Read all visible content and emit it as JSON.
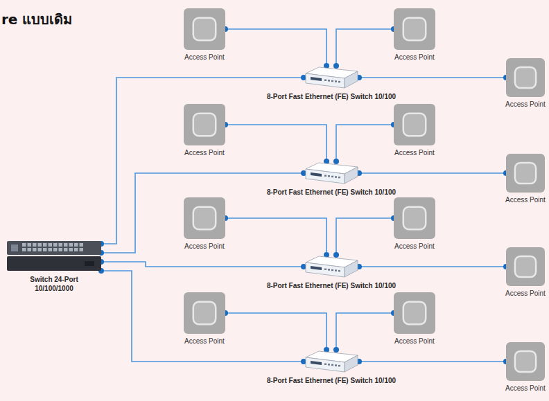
{
  "diagram": {
    "title": "re แบบเดิม",
    "nodes": [
      {
        "text": [
          "Switch 24-Port 10/100/1000"
        ]
      },
      {
        "text": [
          "8-Port Fast Ethernet (FE) Switch 10/100"
        ]
      },
      {
        "text": [
          "Access Point"
        ]
      },
      {
        "text": [
          "Access Point"
        ]
      },
      {
        "text": [
          "Access Point"
        ]
      },
      {
        "text": [
          "8-Port Fast Ethernet (FE) Switch 10/100"
        ]
      },
      {
        "text": [
          "Access Point"
        ]
      },
      {
        "text": [
          "Access Point"
        ]
      },
      {
        "text": [
          "Access Point"
        ]
      },
      {
        "text": [
          "8-Port Fast Ethernet (FE) Switch 10/100"
        ]
      },
      {
        "text": [
          "Access Point"
        ]
      },
      {
        "text": [
          "Access Point"
        ]
      },
      {
        "text": [
          "Access Point"
        ]
      },
      {
        "text": [
          "8-Port Fast Ethernet (FE) Switch 10/100"
        ]
      },
      {
        "text": [
          "Access Point"
        ]
      },
      {
        "text": [
          "Access Point"
        ]
      },
      {
        "text": [
          "Access Point"
        ]
      }
    ],
    "edges": [
      {
        "from": 0,
        "to": 1,
        "arrow": "none"
      },
      {
        "from": 0,
        "to": 5,
        "arrow": "none"
      },
      {
        "from": 0,
        "to": 9,
        "arrow": "none"
      },
      {
        "from": 0,
        "to": 13,
        "arrow": "none"
      },
      {
        "from": 1,
        "to": 2,
        "arrow": "none"
      },
      {
        "from": 1,
        "to": 3,
        "arrow": "none"
      },
      {
        "from": 1,
        "to": 4,
        "arrow": "none"
      },
      {
        "from": 5,
        "to": 6,
        "arrow": "none"
      },
      {
        "from": 5,
        "to": 7,
        "arrow": "none"
      },
      {
        "from": 5,
        "to": 8,
        "arrow": "none"
      },
      {
        "from": 9,
        "to": 10,
        "arrow": "none"
      },
      {
        "from": 9,
        "to": 11,
        "arrow": "none"
      },
      {
        "from": 9,
        "to": 12,
        "arrow": "none"
      },
      {
        "from": 13,
        "to": 14,
        "arrow": "none"
      },
      {
        "from": 13,
        "to": 15,
        "arrow": "none"
      },
      {
        "from": 13,
        "to": 16,
        "arrow": "none"
      }
    ]
  }
}
